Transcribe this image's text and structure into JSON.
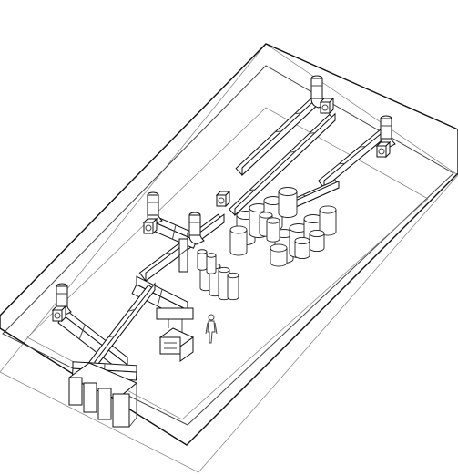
{
  "drawing": {
    "style": "isometric line drawing",
    "stroke_color": "#111111",
    "background_color": "#ffffff",
    "components": {
      "exhaust_stacks": 5,
      "fans": 5,
      "storage_tanks": 20,
      "human_figures": 1
    }
  }
}
